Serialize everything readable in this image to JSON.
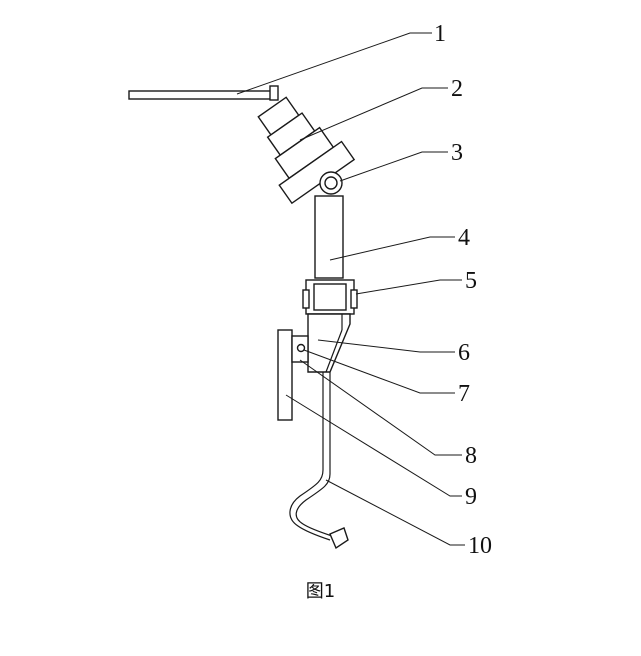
{
  "figure": {
    "caption": "图1",
    "callouts": [
      "1",
      "2",
      "3",
      "4",
      "5",
      "6",
      "7",
      "8",
      "9",
      "10"
    ]
  },
  "colors": {
    "ink": "#1a1a1a",
    "background": "#ffffff"
  }
}
